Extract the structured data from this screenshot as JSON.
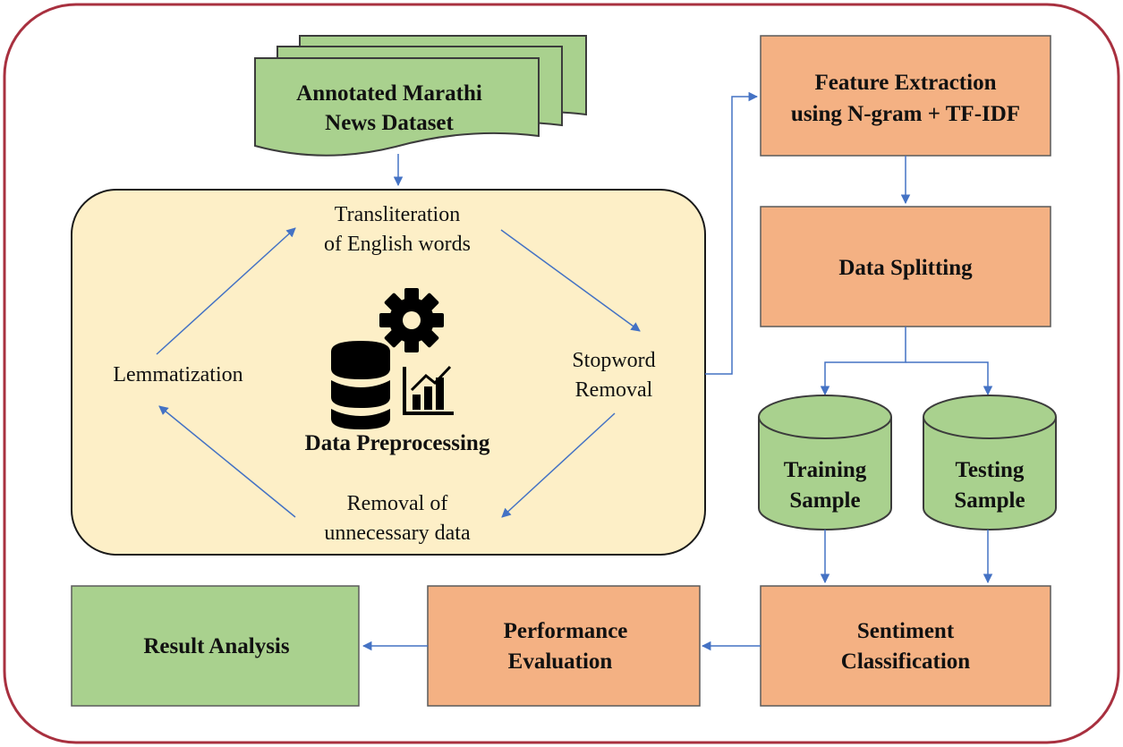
{
  "colors": {
    "frame_border": "#a8303f",
    "arrow": "#4472c4",
    "process_fill": "#f4b183",
    "process_stroke": "#5a5a5a",
    "result_fill": "#a9d18e",
    "preproc_fill": "#fdefc7"
  },
  "dataset": {
    "line1": "Annotated Marathi",
    "line2": "News Dataset"
  },
  "preprocessing": {
    "title": "Data Preprocessing",
    "transliteration": {
      "line1": "Transliteration",
      "line2": "of English words"
    },
    "stopword": {
      "line1": "Stopword",
      "line2": "Removal"
    },
    "removal": {
      "line1": "Removal of",
      "line2": "unnecessary data"
    },
    "lemmatization": "Lemmatization",
    "icons": [
      "gear-icon",
      "database-icon",
      "bar-chart-icon"
    ]
  },
  "feature_extraction": {
    "line1": "Feature Extraction",
    "line2": "using N-gram + TF-IDF"
  },
  "data_splitting": "Data Splitting",
  "training_sample": {
    "line1": "Training",
    "line2": "Sample"
  },
  "testing_sample": {
    "line1": "Testing",
    "line2": "Sample"
  },
  "sentiment_classification": {
    "line1": "Sentiment",
    "line2": "Classification"
  },
  "performance_evaluation": {
    "line1": "Performance",
    "line2": "Evaluation"
  },
  "result_analysis": "Result Analysis"
}
